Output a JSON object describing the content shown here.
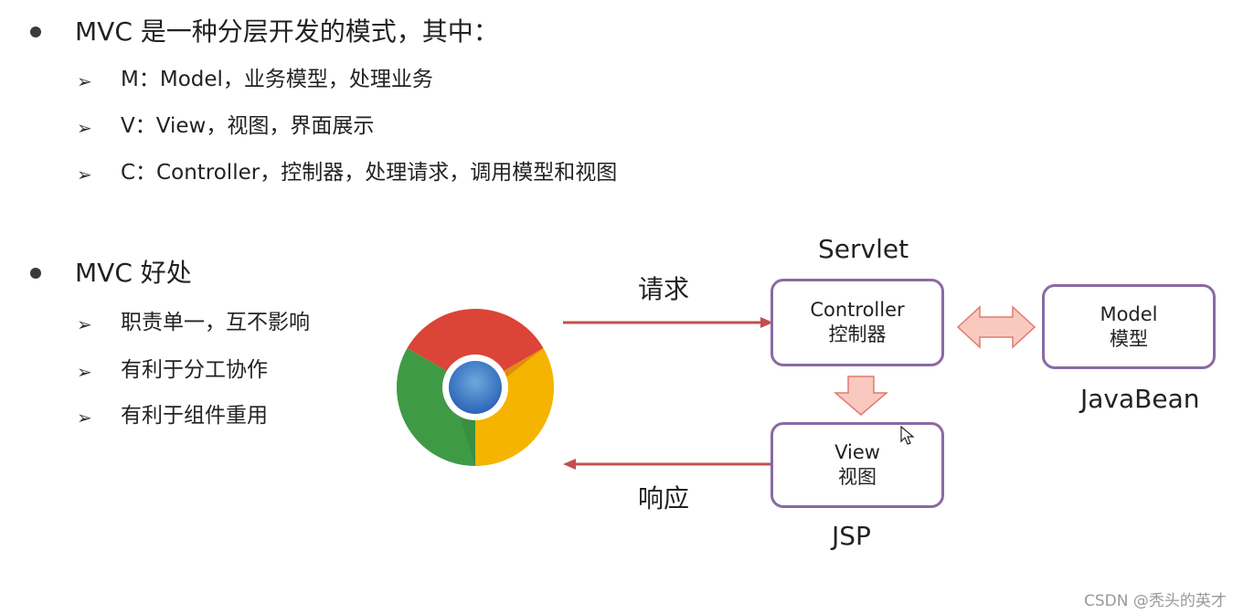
{
  "section1": {
    "heading": "MVC 是一种分层开发的模式，其中：",
    "items": [
      "M：Model，业务模型，处理业务",
      "V：View，视图，界面展示",
      "C：Controller，控制器，处理请求，调用模型和视图"
    ]
  },
  "section2": {
    "heading": "MVC 好处",
    "items": [
      "职责单一，互不影响",
      "有利于分工协作",
      "有利于组件重用"
    ]
  },
  "diagram": {
    "controller": {
      "tag": "Servlet",
      "line1": "Controller",
      "line2": "控制器"
    },
    "model": {
      "tag": "JavaBean",
      "line1": "Model",
      "line2": "模型"
    },
    "view": {
      "tag": "JSP",
      "line1": "View",
      "line2": "视图"
    },
    "request_label": "请求",
    "response_label": "响应",
    "browser_icon": "chrome-browser-icon"
  },
  "watermark": "CSDN @秃头的英才",
  "colors": {
    "box_border": "#8a6aa3",
    "flow_arrow": "#c0504d",
    "fat_arrow_fill": "#f9c9c0",
    "fat_arrow_stroke": "#e07b6c"
  }
}
